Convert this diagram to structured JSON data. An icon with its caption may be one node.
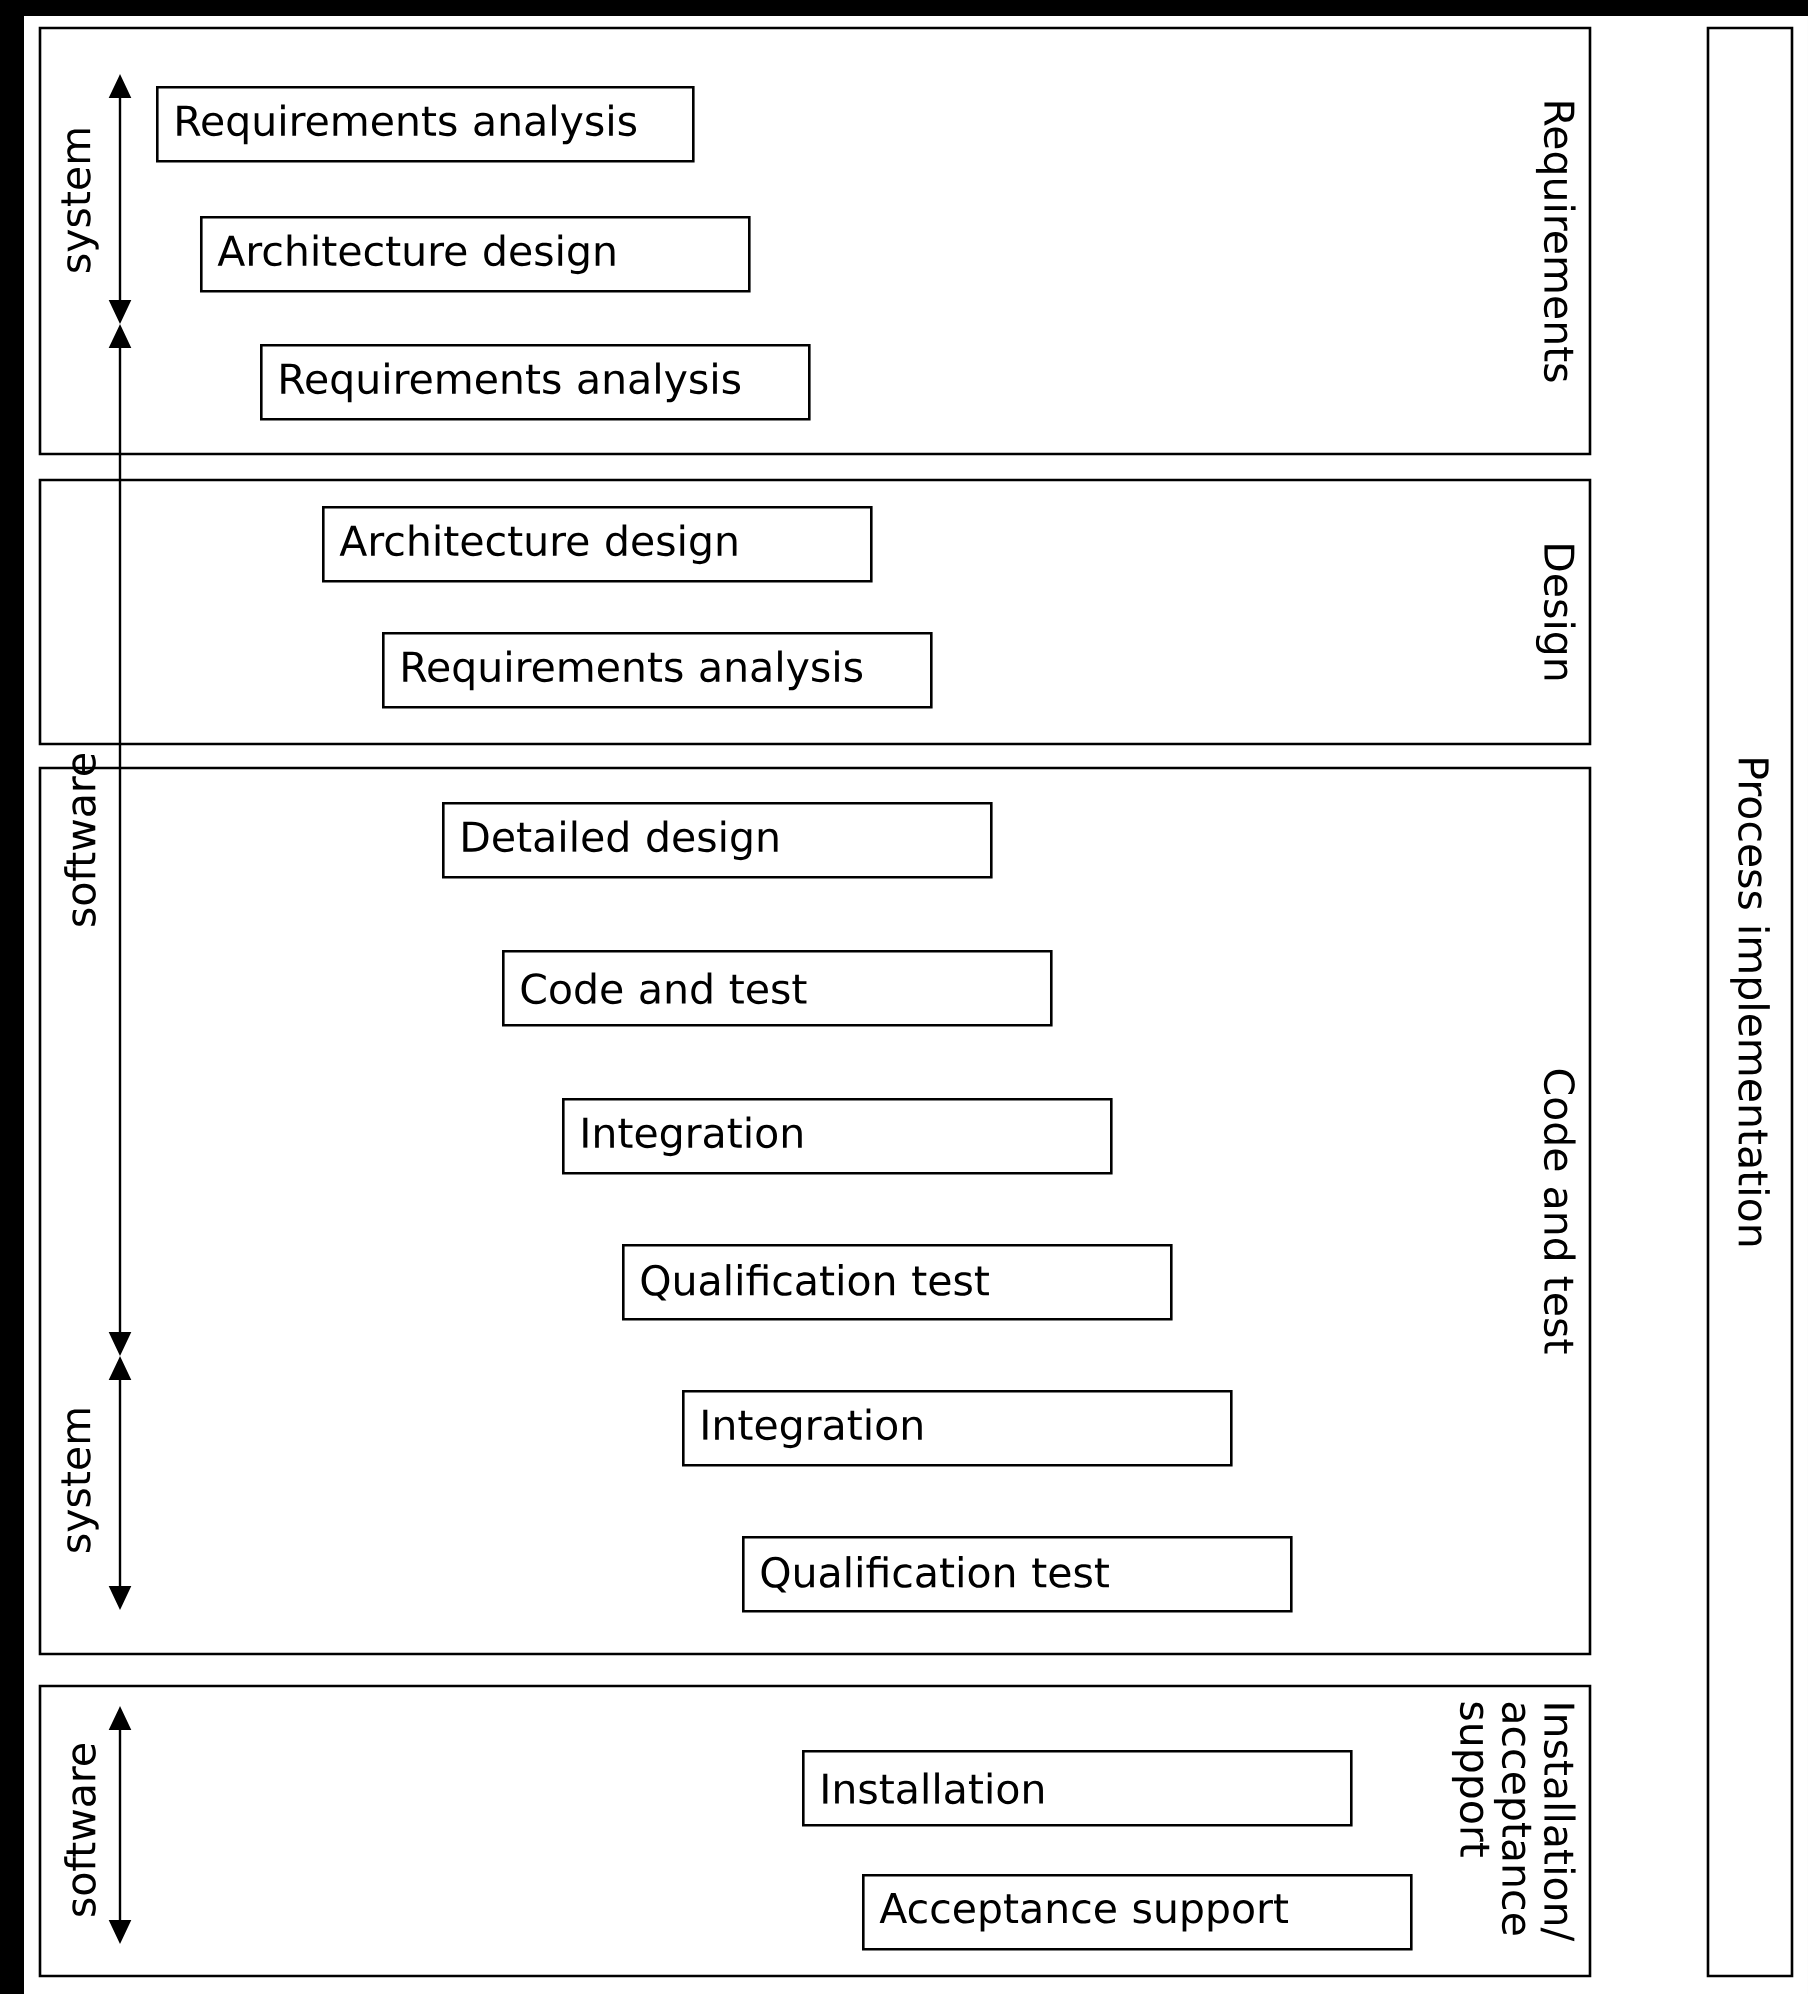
{
  "diagram": {
    "nodes": [
      {
        "text": [
          "Requirements"
        ]
      },
      {
        "text": [
          "Design"
        ]
      },
      {
        "text": [
          "Code and test"
        ]
      },
      {
        "text": [
          "Installation/ acceptance support"
        ]
      },
      {
        "text": [
          "Process implementation"
        ]
      },
      {
        "text": [
          "Requirements analysis"
        ],
        "in": 0
      },
      {
        "text": [
          "Architecture design"
        ],
        "in": 0
      },
      {
        "text": [
          "Requirements analysis"
        ],
        "in": 0
      },
      {
        "text": [
          "Architecture design"
        ],
        "in": 1
      },
      {
        "text": [
          "Requirements analysis"
        ],
        "in": 1
      },
      {
        "text": [
          "Detailed design"
        ],
        "in": 2
      },
      {
        "text": [
          "Code and test"
        ],
        "in": 2
      },
      {
        "text": [
          "Integration"
        ],
        "in": 2
      },
      {
        "text": [
          "Qualification test"
        ],
        "in": 2
      },
      {
        "text": [
          "Integration"
        ],
        "in": 2
      },
      {
        "text": [
          "Qualification test"
        ],
        "in": 2
      },
      {
        "text": [
          "Installation"
        ],
        "in": 3
      },
      {
        "text": [
          "Acceptance support"
        ],
        "in": 3
      }
    ],
    "labels": [
      "system",
      "software",
      "system",
      "software"
    ]
  }
}
